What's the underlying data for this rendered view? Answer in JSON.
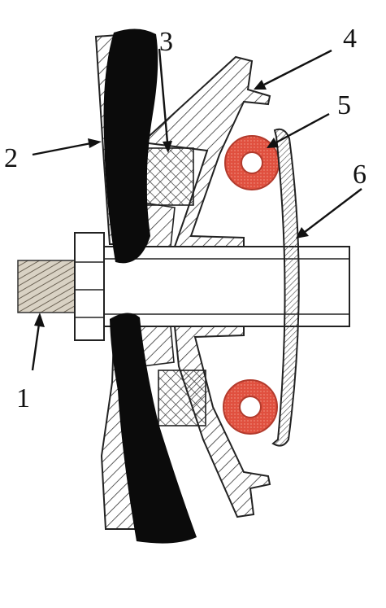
{
  "colors": {
    "background": "#ffffff",
    "outline": "#222222",
    "hatch": "#333333",
    "seal_blob": "#0b0b0b",
    "rings": "#e0503f",
    "ring_hole": "#ffffff",
    "shaft": "#ffffff",
    "stud": "#8a8276"
  },
  "callouts": [
    {
      "id": "1",
      "text": "1"
    },
    {
      "id": "2",
      "text": "2"
    },
    {
      "id": "3",
      "text": "3"
    },
    {
      "id": "4",
      "text": "4"
    },
    {
      "id": "5",
      "text": "5"
    },
    {
      "id": "6",
      "text": "6"
    }
  ]
}
